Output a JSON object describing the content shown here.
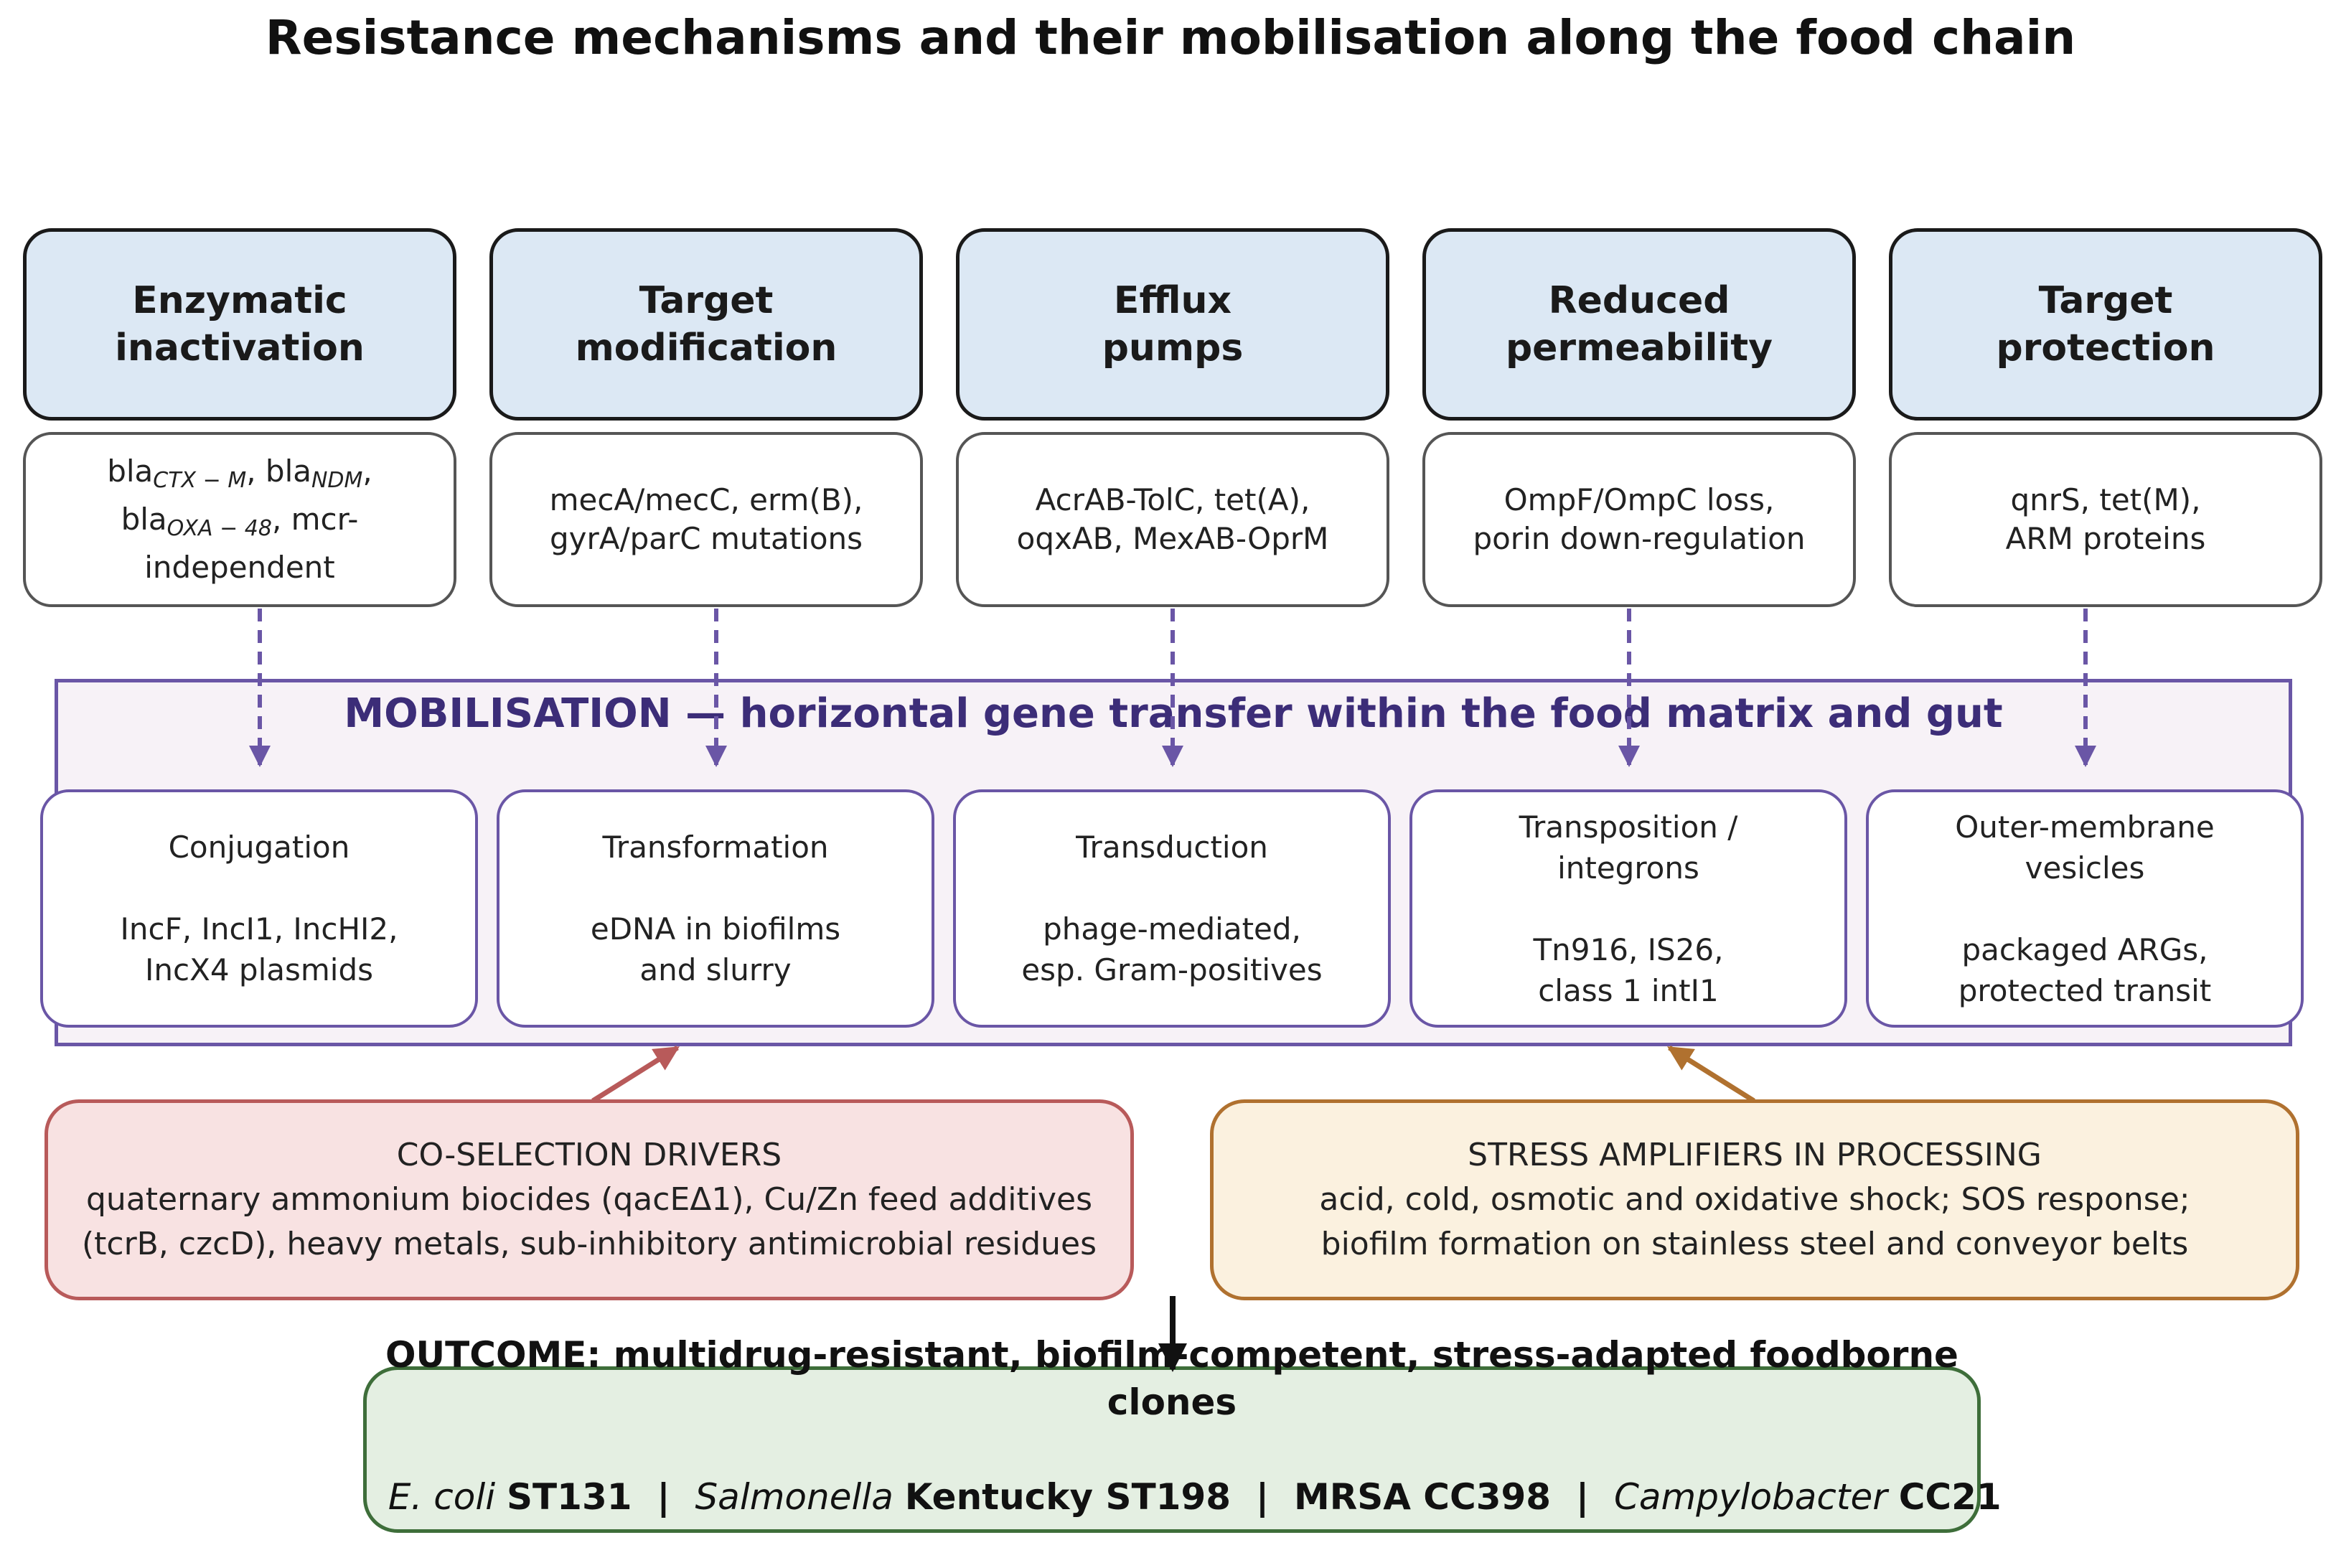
{
  "title": "Resistance mechanisms and their mobilisation along the food chain",
  "colors": {
    "mechanism_fill": "#dce8f4",
    "mobilisation_border": "#6a56a6",
    "mobilisation_fill": "#f7f2f7",
    "coselection_fill": "#f8e2e2",
    "coselection_border": "#b85a5a",
    "stress_fill": "#fbf1df",
    "stress_border": "#b0712f",
    "outcome_fill": "#e4efe2",
    "outcome_border": "#3e6e3a"
  },
  "mechanisms": [
    {
      "name": "Enzymatic\ninactivation",
      "examples": {
        "p1": "bla",
        "s1": "CTX − M",
        "p2": ", bla",
        "s2": "NDM",
        "p3": ",\nbla",
        "s3": "OXA − 48",
        "p4": ", mcr-independent"
      }
    },
    {
      "name": "Target\nmodification",
      "examples_text": "mecA/mecC, erm(B),\ngyrA/parC mutations"
    },
    {
      "name": "Efflux\npumps",
      "examples_text": "AcrAB-TolC, tet(A),\noqxAB, MexAB-OprM"
    },
    {
      "name": "Reduced\npermeability",
      "examples_text": "OmpF/OmpC loss,\nporin down-regulation"
    },
    {
      "name": "Target\nprotection",
      "examples_text": "qnrS, tet(M),\nARM proteins"
    }
  ],
  "mobilisation": {
    "title": "MOBILISATION — horizontal gene transfer within the food matrix and gut",
    "routes": [
      {
        "text": "Conjugation\n\nIncF, IncI1, IncHI2,\nIncX4 plasmids"
      },
      {
        "text": "Transformation\n\neDNA in biofilms\nand slurry"
      },
      {
        "text": "Transduction\n\nphage-mediated,\nesp. Gram-positives"
      },
      {
        "text": "Transposition /\nintegrons\n\nTn916, IS26,\nclass 1 intI1"
      },
      {
        "text": "Outer-membrane\nvesicles\n\npackaged ARGs,\nprotected transit"
      }
    ]
  },
  "co_selection": {
    "text": "CO-SELECTION DRIVERS\nquaternary ammonium biocides (qacEΔ1), Cu/Zn feed additives\n(tcrB, czcD), heavy metals, sub-inhibitory antimicrobial residues"
  },
  "stress": {
    "text": "STRESS AMPLIFIERS IN PROCESSING\nacid, cold, osmotic and oxidative shock; SOS response;\nbiofilm formation on stainless steel and conveyor belts"
  },
  "outcome": {
    "line1": "OUTCOME:  multidrug-resistant, biofilm-competent, stress-adapted foodborne clones",
    "clones": [
      {
        "genus": "E. coli",
        "type": "ST131",
        "sep": "  |  "
      },
      {
        "genus": "Salmonella",
        "type": "Kentucky ST198",
        "sep": "  |  "
      },
      {
        "genus": "",
        "type": "MRSA CC398",
        "sep": "  |  "
      },
      {
        "genus": "Campylobacter",
        "type": "CC21",
        "sep": ""
      }
    ]
  }
}
